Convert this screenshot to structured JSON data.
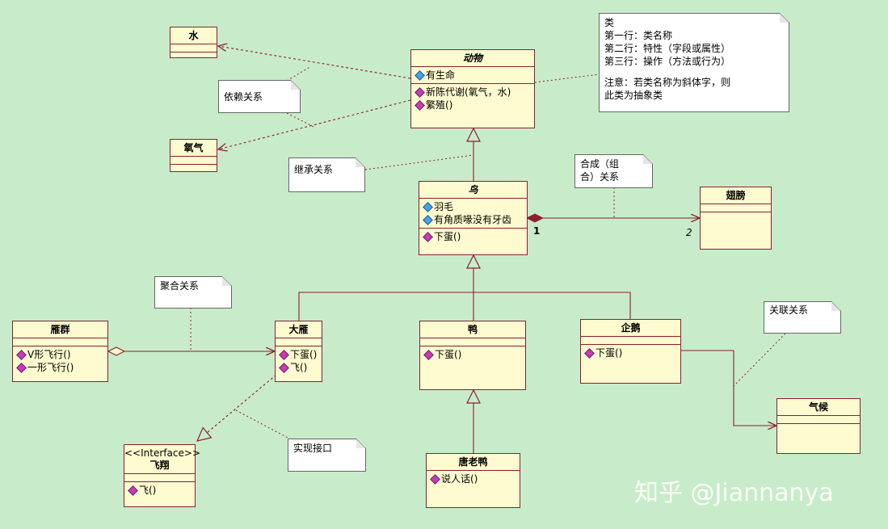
{
  "classes": {
    "water": {
      "name": "水"
    },
    "oxygen": {
      "name": "氧气"
    },
    "animal": {
      "name": "动物",
      "attributes": [
        "有生命"
      ],
      "operations": [
        "新陈代谢(氧气，水)",
        "繁殖()"
      ]
    },
    "bird": {
      "name": "鸟",
      "attributes": [
        "羽毛",
        "有角质喙没有牙齿"
      ],
      "operations": [
        "下蛋()"
      ]
    },
    "wing": {
      "name": "翅膀"
    },
    "goose_flock": {
      "name": "雁群",
      "operations": [
        "V形飞行()",
        "一形飞行()"
      ]
    },
    "wild_goose": {
      "name": "大雁",
      "operations": [
        "下蛋()",
        "飞()"
      ]
    },
    "duck": {
      "name": "鸭",
      "operations": [
        "下蛋()"
      ]
    },
    "penguin": {
      "name": "企鹅",
      "operations": [
        "下蛋()"
      ]
    },
    "climate": {
      "name": "气候"
    },
    "fly": {
      "stereotype": "<<Interface>>",
      "name": "飞翔",
      "operations": [
        "飞()"
      ]
    },
    "donald": {
      "name": "唐老鸭",
      "operations": [
        "说人话()"
      ]
    }
  },
  "notes": {
    "dependency": "依赖关系",
    "inheritance": "继承关系",
    "composition": [
      "合成（组",
      "合）关系"
    ],
    "aggregation": "聚合关系",
    "association": "关联关系",
    "realization": "实现接口",
    "legend": [
      "类",
      "第一行：类名称",
      "第二行：特性（字段或属性）",
      "第三行：操作（方法或行为）",
      "",
      "注意：若类名称为斜体字，则",
      "此类为抽象类"
    ]
  },
  "multiplicity": {
    "bird_end": "1",
    "wing_end": "2"
  },
  "watermark": "知乎 @Jiannanya",
  "colors": {
    "background": "#c8ecc9",
    "class_fill": "#fdfbcf",
    "class_border": "#8b1e34",
    "line": "#8b1e34"
  }
}
